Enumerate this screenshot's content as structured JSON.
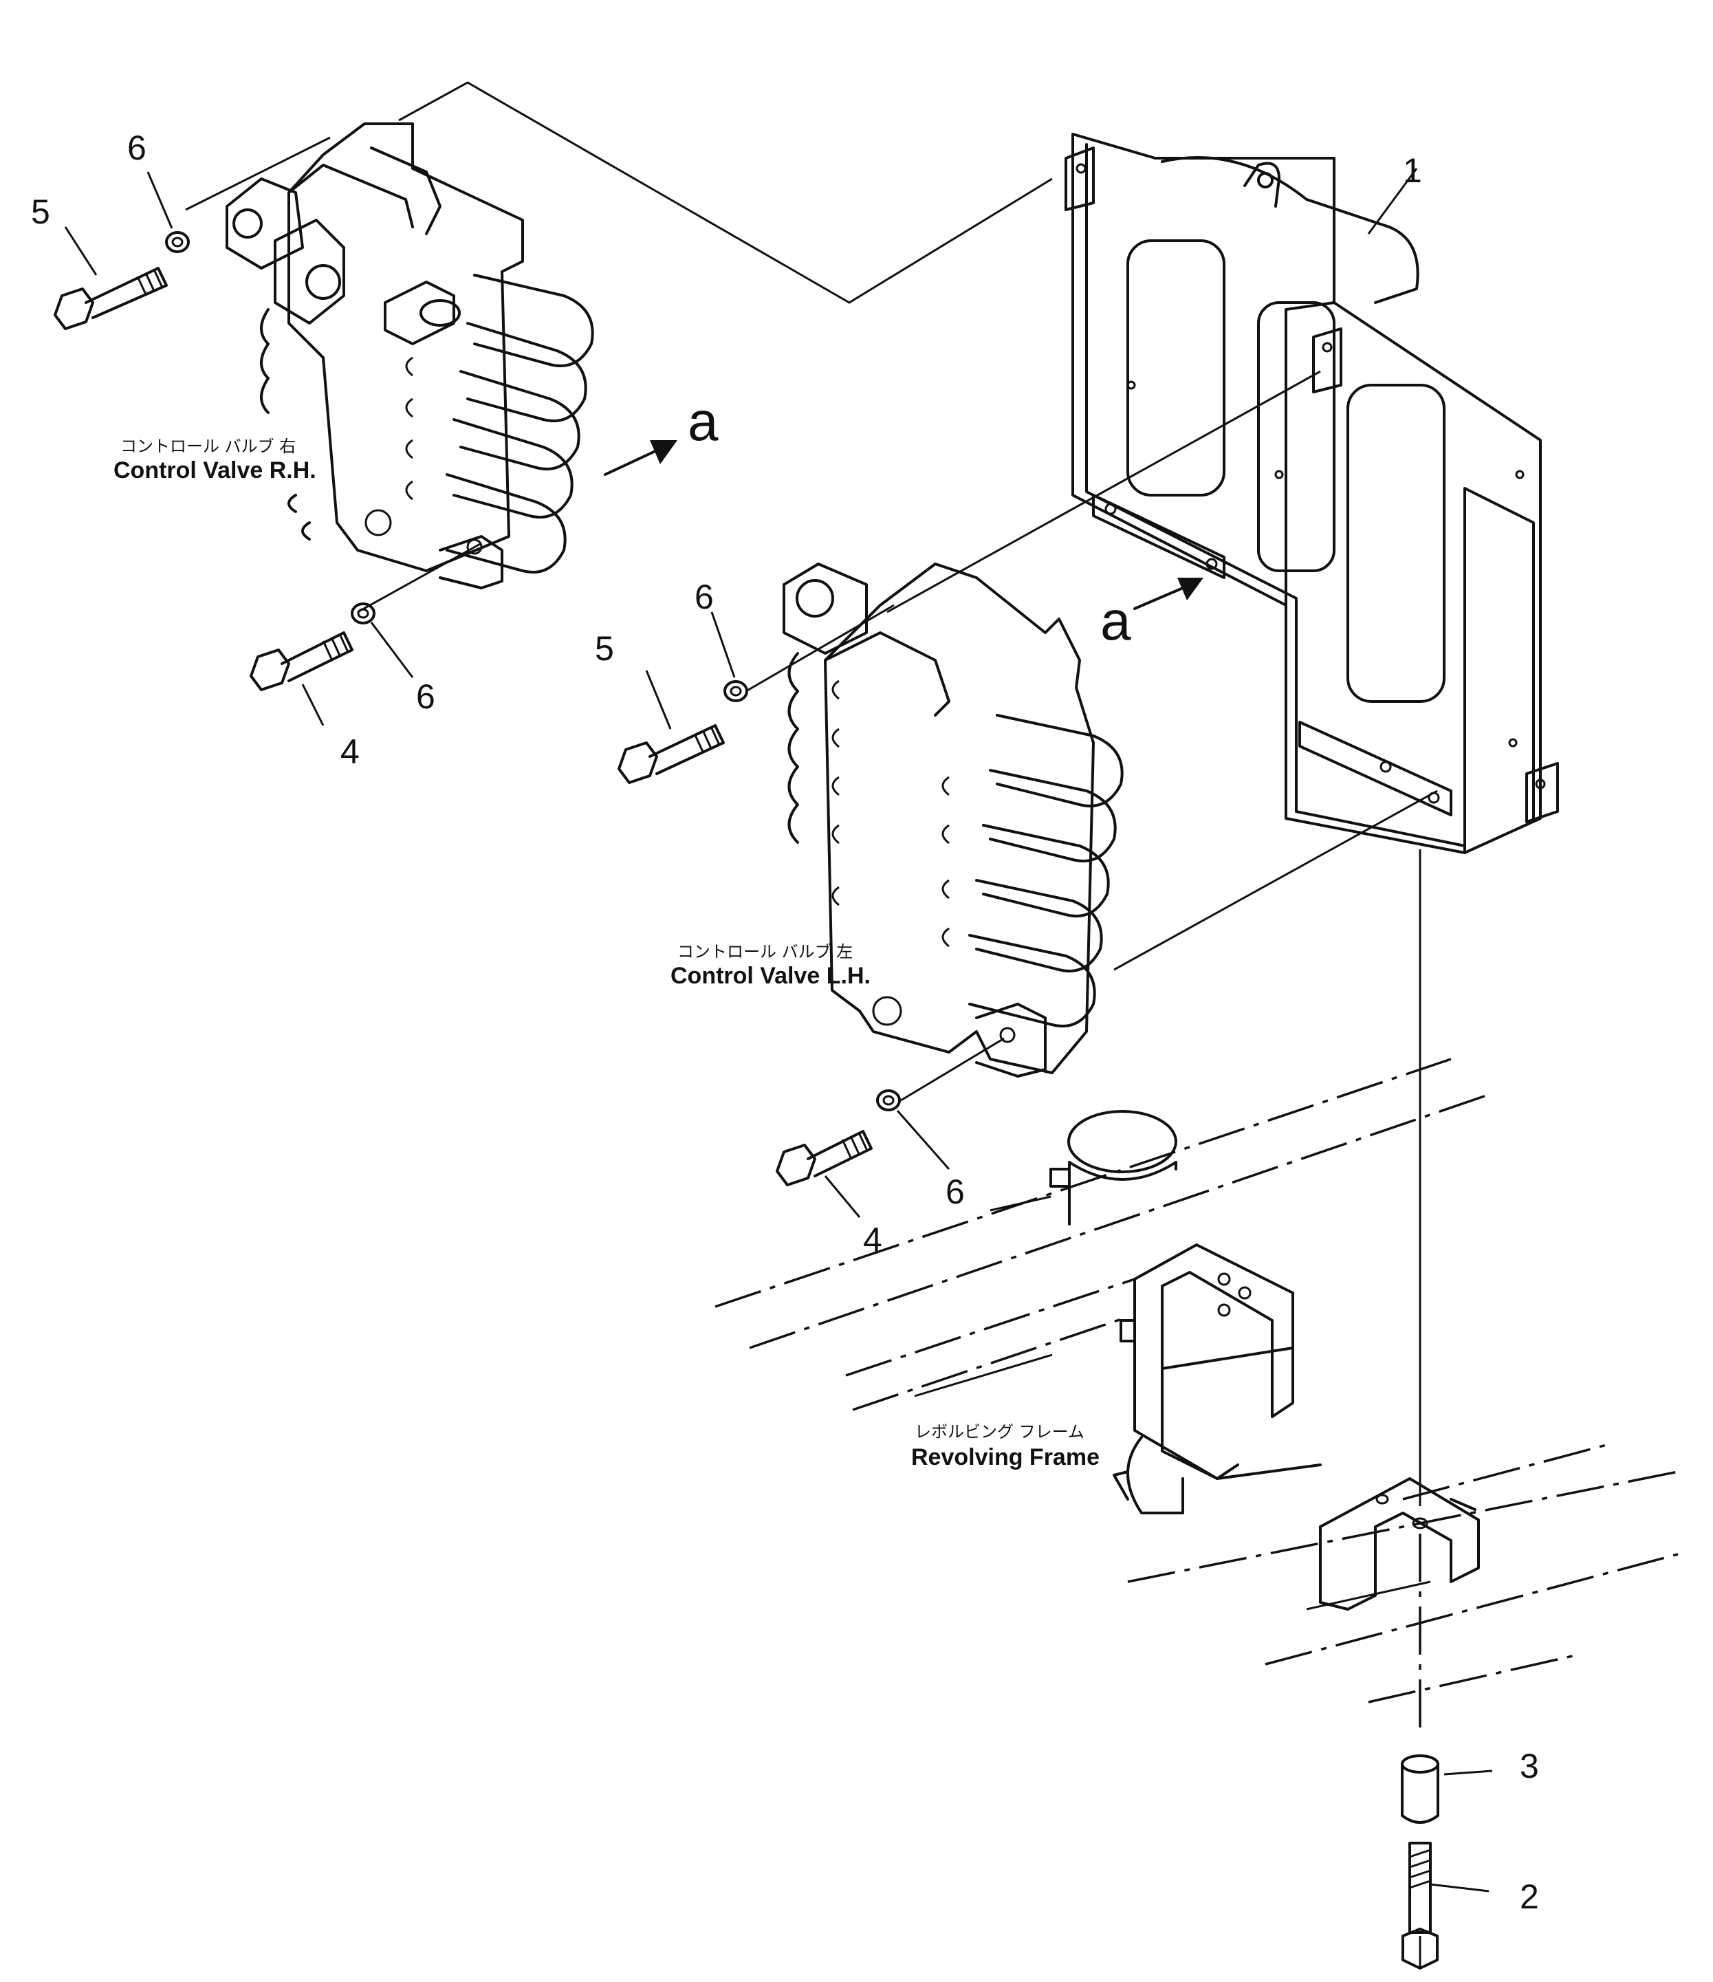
{
  "labels": {
    "control_valve_rh_jp": "コントロール バルブ 右",
    "control_valve_rh_en": "Control Valve R.H.",
    "control_valve_lh_jp": "コントロール バルブ 左",
    "control_valve_lh_en": "Control Valve L.H.",
    "revolving_frame_jp": "レボルビング フレーム",
    "revolving_frame_en": "Revolving Frame"
  },
  "callouts": {
    "part_1": "1",
    "part_2": "2",
    "part_3": "3",
    "part_4": "4",
    "part_5": "5",
    "part_6": "6",
    "view_arrow": "a"
  }
}
